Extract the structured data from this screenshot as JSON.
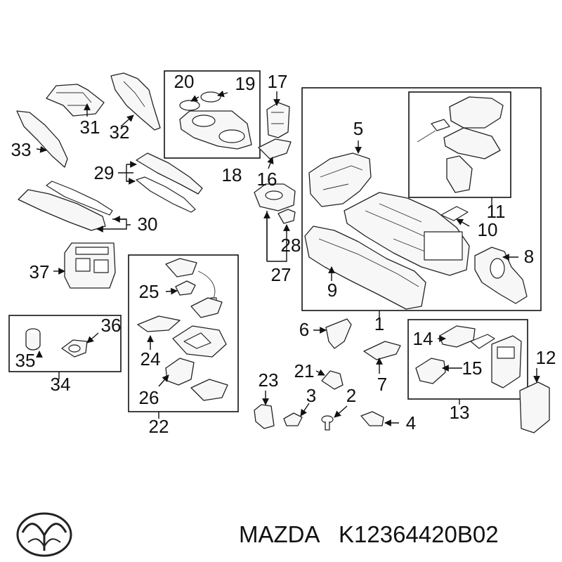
{
  "callouts": {
    "n1": "1",
    "n2": "2",
    "n3": "3",
    "n4": "4",
    "n5": "5",
    "n6": "6",
    "n7": "7",
    "n8": "8",
    "n9": "9",
    "n10": "10",
    "n11": "11",
    "n12": "12",
    "n13": "13",
    "n14": "14",
    "n15": "15",
    "n16": "16",
    "n17": "17",
    "n18": "18",
    "n19": "19",
    "n20": "20",
    "n21": "21",
    "n22": "22",
    "n23": "23",
    "n24": "24",
    "n25": "25",
    "n26": "26",
    "n27": "27",
    "n28": "28",
    "n29": "29",
    "n30": "30",
    "n31": "31",
    "n32": "32",
    "n33": "33",
    "n34": "34",
    "n35": "35",
    "n36": "36",
    "n37": "37"
  },
  "footer": {
    "brand": "MAZDA",
    "part_number": "K12364420B02"
  },
  "colors": {
    "line": "#111111",
    "background": "#ffffff"
  },
  "icons": {
    "brand_logo": "mazda-logo-icon"
  }
}
